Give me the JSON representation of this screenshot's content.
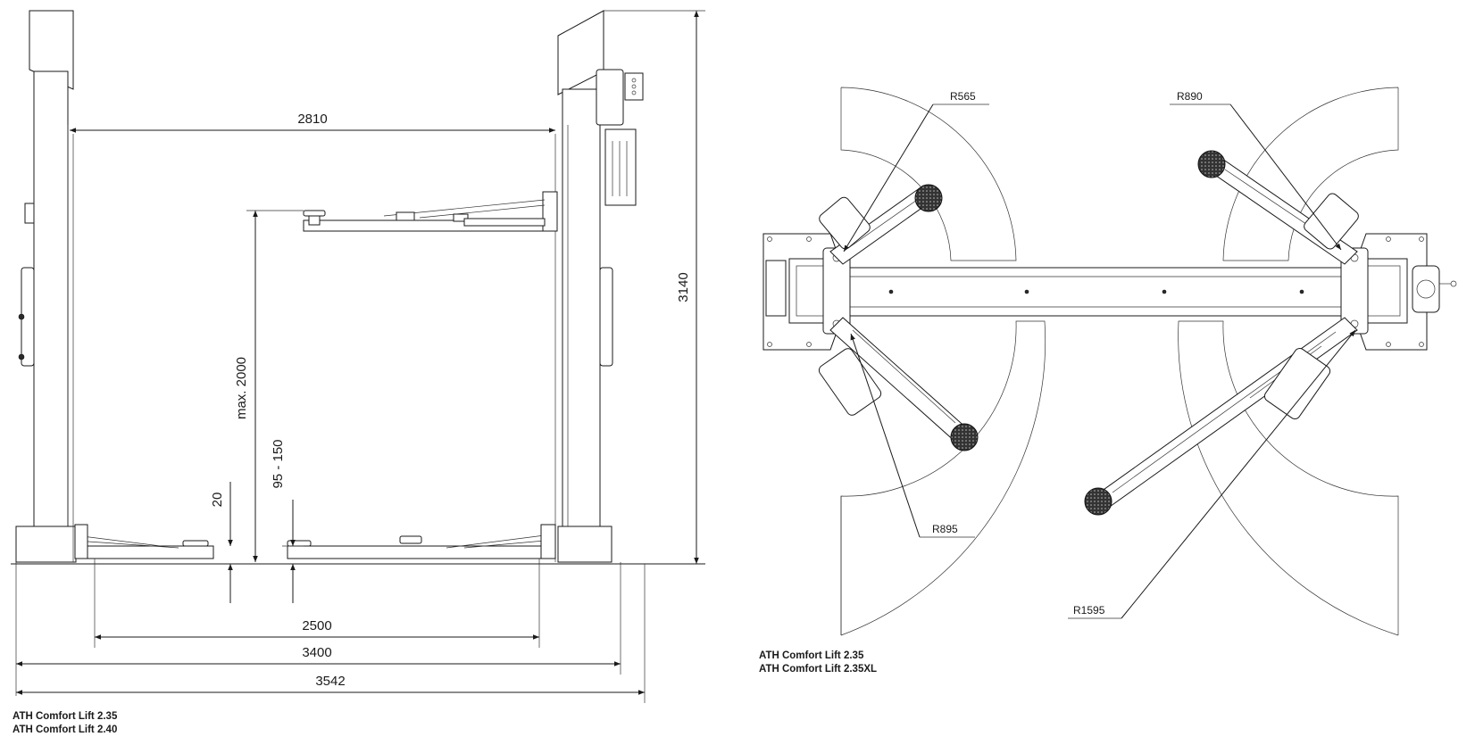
{
  "front_view": {
    "dims": {
      "d2810": "2810",
      "d3140": "3140",
      "dmax2000": "max. 2000",
      "d95150": "95 - 150",
      "d20": "20",
      "d2500": "2500",
      "d3400": "3400",
      "d3542": "3542"
    },
    "caption": [
      "ATH Comfort Lift 2.35",
      "ATH Comfort Lift 2.40"
    ]
  },
  "top_view": {
    "radii": {
      "r565": "R565",
      "r890": "R890",
      "r895": "R895",
      "r1595": "R1595"
    },
    "caption": [
      "ATH Comfort Lift 2.35",
      "ATH Comfort Lift 2.35XL"
    ]
  },
  "colors": {
    "line": "#1a1a1a",
    "background": "#ffffff"
  }
}
